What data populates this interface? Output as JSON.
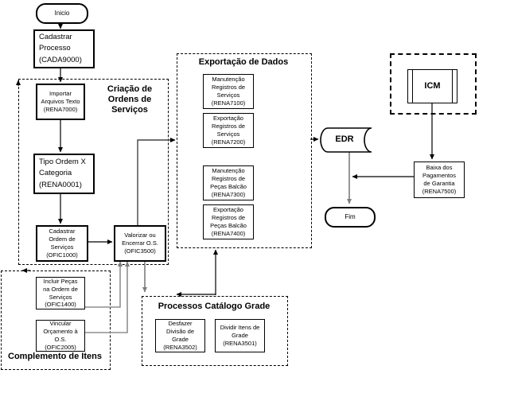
{
  "diagram": {
    "nodes": {
      "inicio": "Inicio",
      "cadastrar_processo": "Cadastrar\nProcesso\n(CADA9000)",
      "importar_arquivos": "Importar\nArquivos Texto\n(RENA7000)",
      "tipo_ordem": "Tipo Ordem X\nCategoria\n(RENA0001)",
      "cadastrar_ordem": "Cadastrar\nOrdem de\nServiços\n(OFIC1000)",
      "valorizar": "Valorizar ou\nEncerrar O.S.\n(OFIC3500)",
      "rena7100": "Manutenção\nRegistros de\nServiços\n(RENA7100)",
      "rena7200": "Exportação\nRegistros de\nServiços\n(RENA7200)",
      "rena7300": "Manutenção\nRegistros de\nPeças Balcão\n(RENA7300)",
      "rena7400": "Exportação\nRegistros de\nPeças Balcão\n(RENA7400)",
      "icm": "ICM",
      "edr": "EDR",
      "baixa_pagamentos": "Baixa dos\nPagamentos\nde Garantia\n(RENA7500)",
      "fim": "Fim",
      "incluir_pecas": "Incluir Peças\nna Ordem de\nServiços\n(OFIC1400)",
      "vincular_orcamento": "Vincular\nOrçamento à\nO.S.\n(OFIC2005)",
      "desfazer_divisao": "Desfazer\nDivisão de\nGrade\n(RENA3502)",
      "dividir_itens": "Dividir Itens de\nGrade\n(RENA3501)"
    },
    "regions": {
      "criacao": "Criação de\nOrdens de\nServiços",
      "exportacao": "Exportação de Dados",
      "complemento": "Complemento de Itens",
      "processos": "Processos Catálogo Grade"
    },
    "colors": {
      "line_black": "#000000",
      "line_gray": "#8f8f8f",
      "box_border": "#000000",
      "background": "#ffffff"
    }
  }
}
